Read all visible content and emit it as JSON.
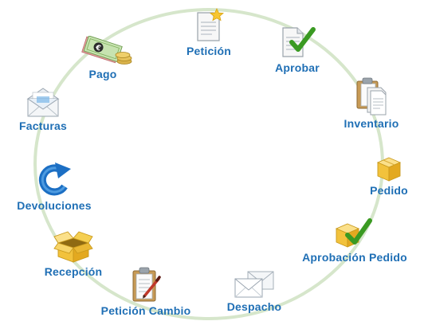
{
  "colors": {
    "ring": "#d6e6cb",
    "label": "#1f6fb5",
    "check": "#3a9a22"
  },
  "steps": [
    {
      "label": "Petición",
      "icon": "document-star-icon"
    },
    {
      "label": "Aprobar",
      "icon": "document-check-icon"
    },
    {
      "label": "Inventario",
      "icon": "clipboard-documents-icon"
    },
    {
      "label": "Pedido",
      "icon": "box-icon"
    },
    {
      "label": "Aprobación Pedido",
      "icon": "box-check-icon"
    },
    {
      "label": "Despacho",
      "icon": "envelopes-icon"
    },
    {
      "label": "Petición Cambio",
      "icon": "clipboard-pen-icon"
    },
    {
      "label": "Recepción",
      "icon": "open-box-icon"
    },
    {
      "label": "Devoluciones",
      "icon": "refresh-arrow-icon"
    },
    {
      "label": "Facturas",
      "icon": "open-envelope-icon"
    },
    {
      "label": "Pago",
      "icon": "money-coins-icon"
    }
  ]
}
